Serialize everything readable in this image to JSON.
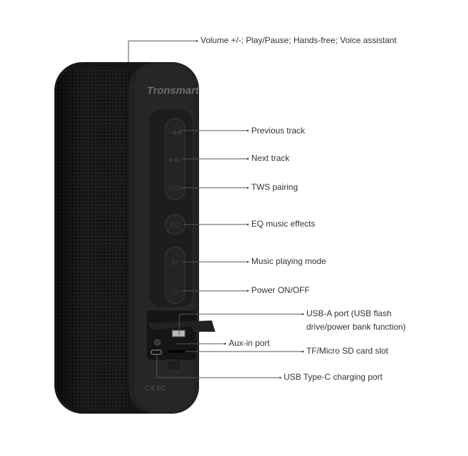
{
  "product": {
    "brand": "Tronsmart",
    "buttons": {
      "prev": "I◀◀",
      "next": "▶▶I",
      "tws": "TWS",
      "eq": "EQ",
      "mode": "M",
      "power": "⏻"
    }
  },
  "callouts": {
    "top": "Volume +/-; Play/Pause; Hands-free; Voice assistant",
    "previous_track": "Previous track",
    "next_track": "Next track",
    "tws": "TWS pairing",
    "eq": "EQ music effects",
    "mode": "Music playing mode",
    "power": "Power ON/OFF",
    "usb_a_line1": "USB-A port (USB flash",
    "usb_a_line2": "drive/power bank function)",
    "aux": "Aux-in port",
    "tf": "TF/Micro SD card slot",
    "usb_c": "USB Type-C charging port"
  }
}
